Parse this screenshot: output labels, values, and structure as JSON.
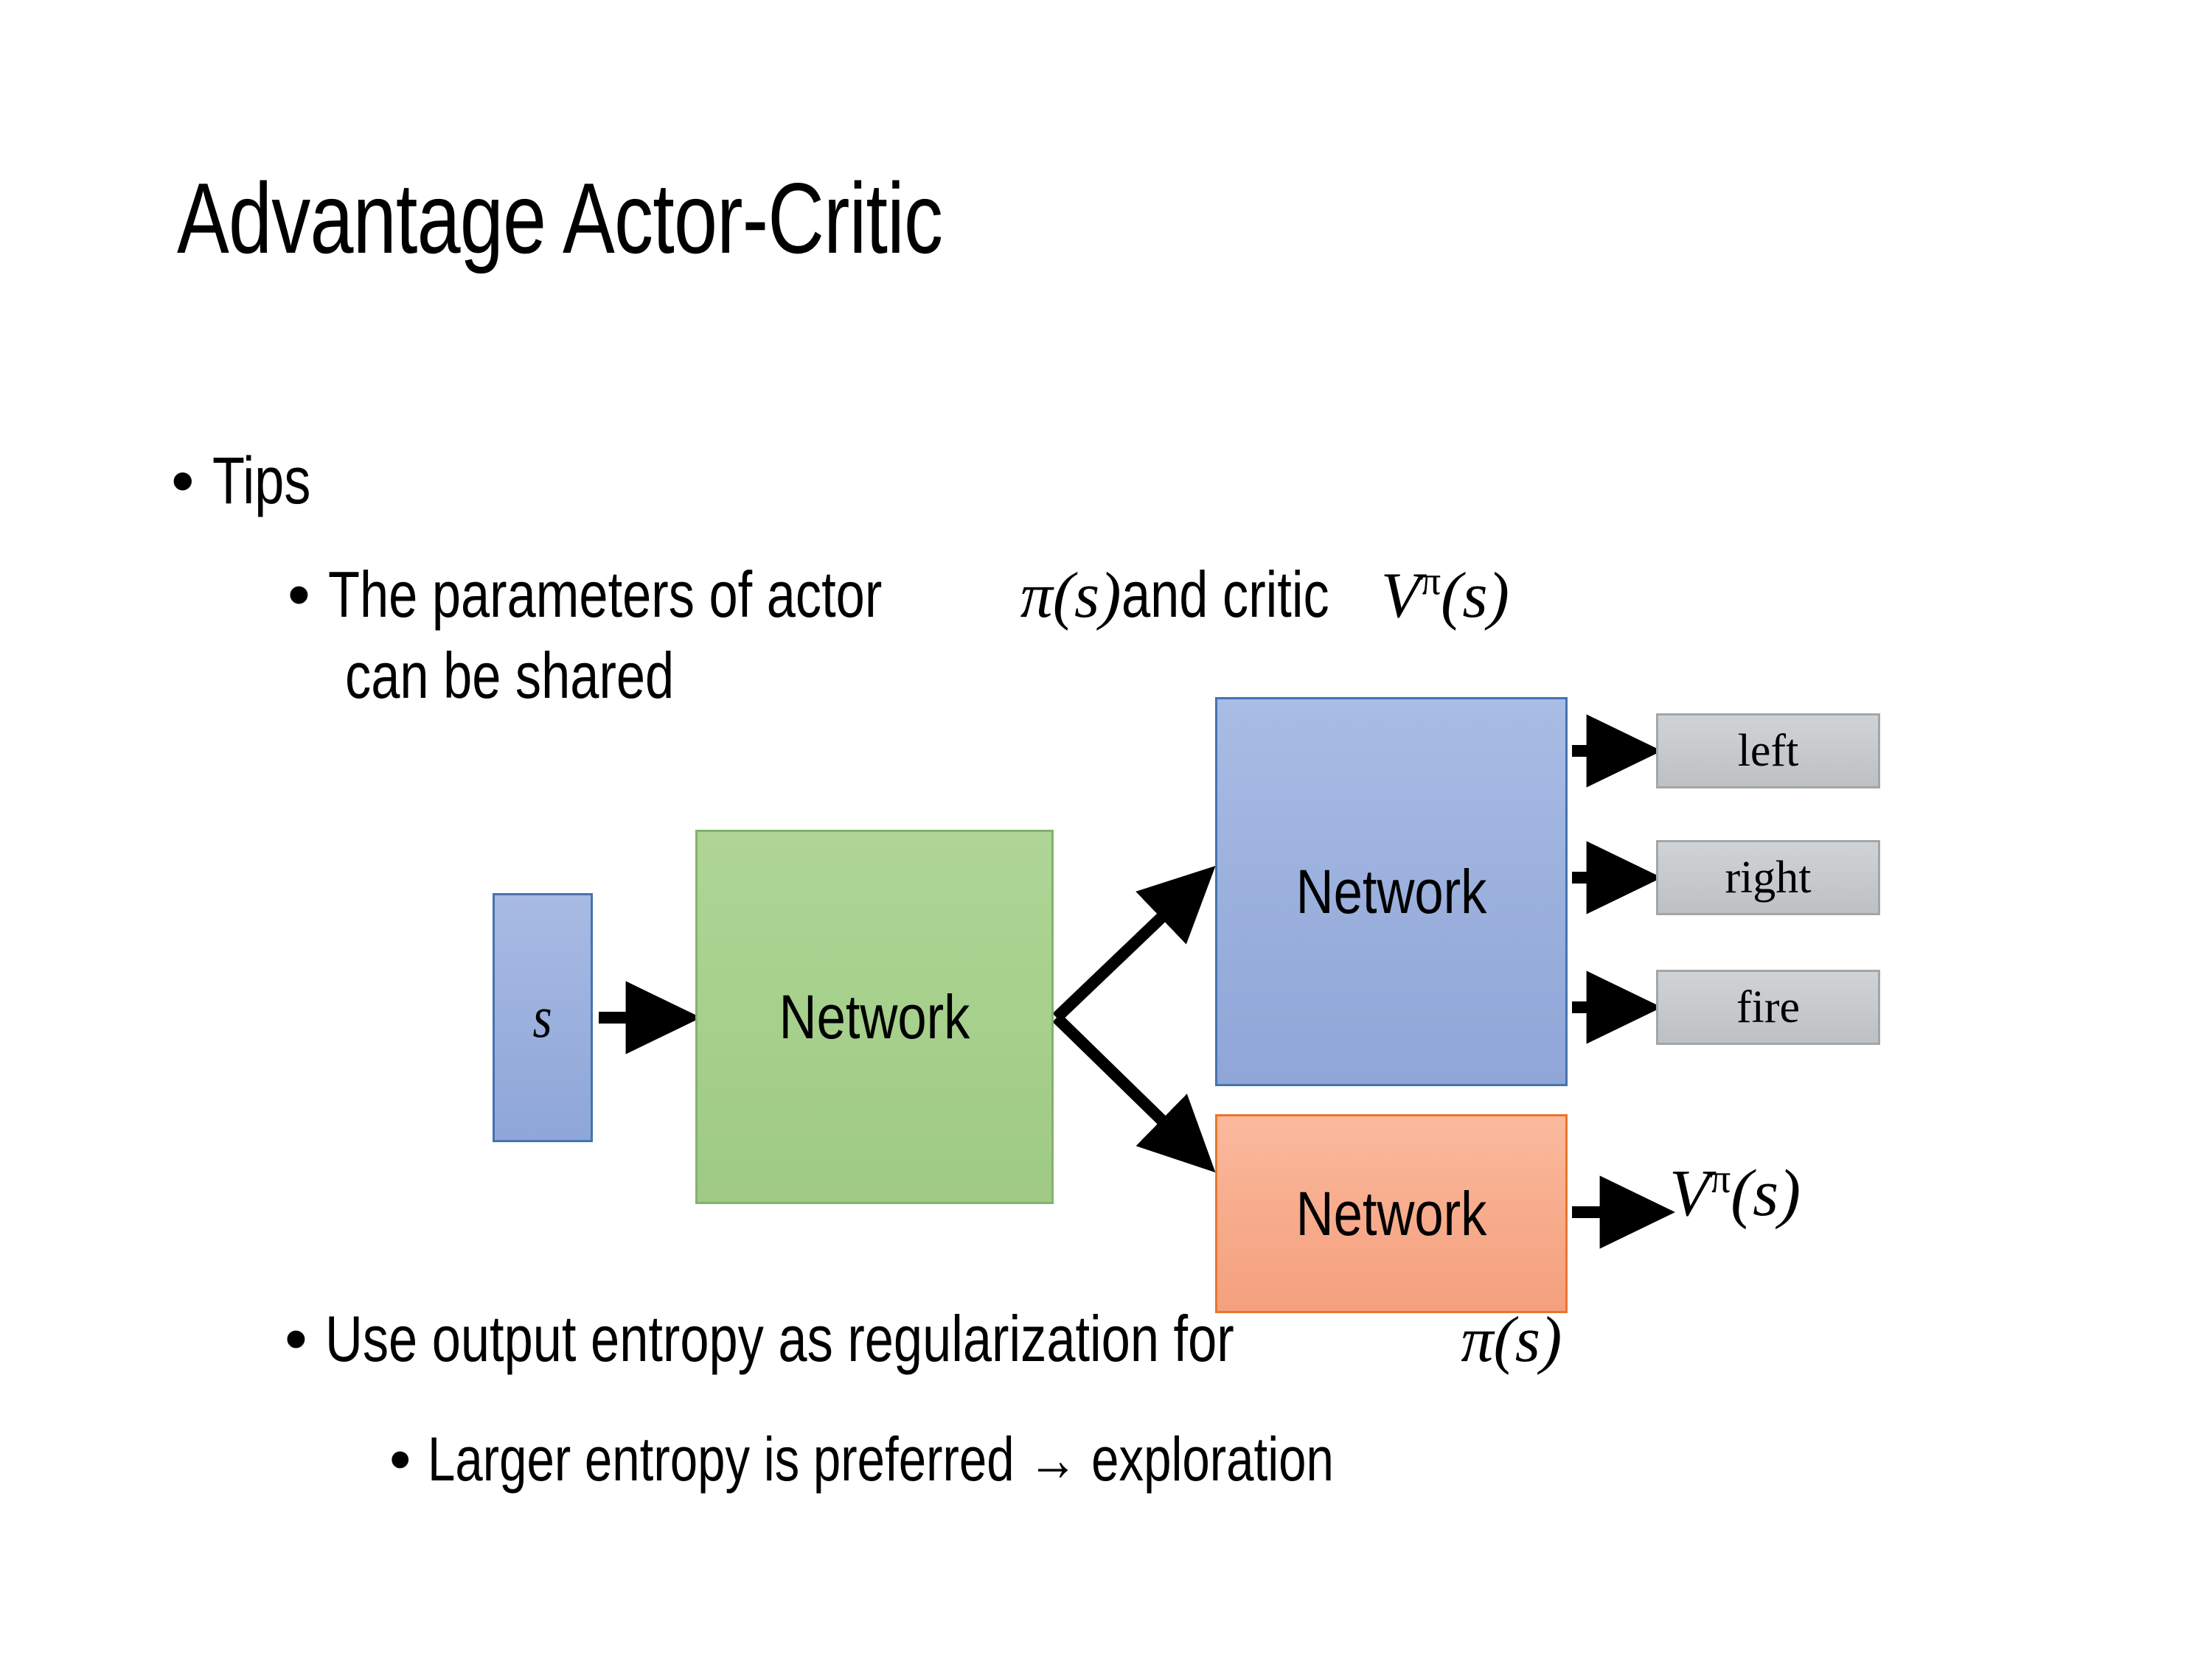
{
  "slide": {
    "title": "Advantage Actor-Critic",
    "background_color": "#FFFFFF"
  },
  "bullets": {
    "level1_tips": {
      "marker": "•",
      "text": "Tips"
    },
    "level2_parameters": {
      "marker": "•",
      "text_before_pi": "The parameters of actor ",
      "pi_of_s": "π(s)",
      "text_between": "  and critic ",
      "v_symbol": "V",
      "v_superscript": "π",
      "v_argument": "(s)",
      "continuation": "can be shared"
    },
    "level2_entropy": {
      "marker": "•",
      "text_before_pi": "Use output entropy as regularization for ",
      "pi_of_s": "π(s)"
    },
    "level3_larger": {
      "marker": "•",
      "text": "Larger entropy is preferred → exploration"
    }
  },
  "diagram": {
    "state_node": {
      "label": "s",
      "fill": "#9CB1DE",
      "border": "#4573B0"
    },
    "shared_network": {
      "label": "Network",
      "fill": "#A6D08C",
      "border": "#82B368"
    },
    "actor_network": {
      "label": "Network",
      "fill": "#9BB0DD",
      "border": "#4573B0"
    },
    "critic_network": {
      "label": "Network",
      "fill": "#F7AC8C",
      "border": "#E8762C"
    },
    "actions": [
      {
        "label": "left",
        "fill": "#C7CACC",
        "border": "#A3A6A8"
      },
      {
        "label": "right",
        "fill": "#C7CACC",
        "border": "#A3A6A8"
      },
      {
        "label": "fire",
        "fill": "#C7CACC",
        "border": "#A3A6A8"
      }
    ],
    "value_output": {
      "symbol": "V",
      "superscript": "π",
      "argument": "(s)"
    },
    "arrow_color": "#000000"
  }
}
